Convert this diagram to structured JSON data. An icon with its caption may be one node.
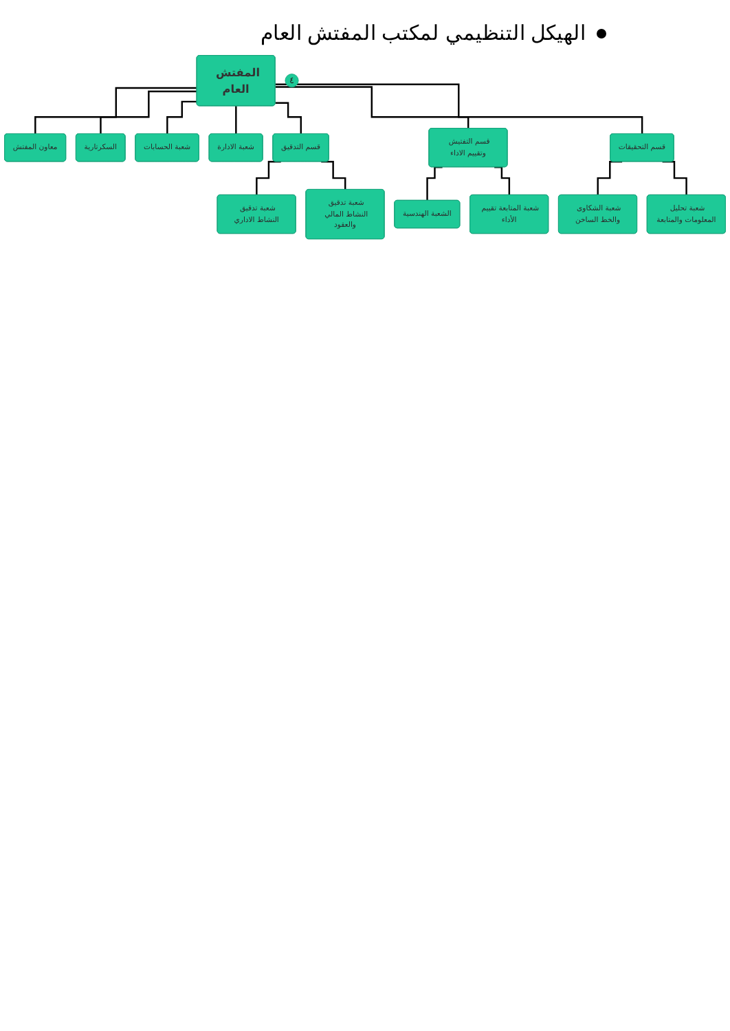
{
  "diagram": {
    "title": "الهيكل التنظيمي لمكتب المفتش العام",
    "nodes": [
      {
        "text": [
          "المفتش العام"
        ]
      },
      {
        "text": [
          "معاون المفتش"
        ]
      },
      {
        "text": [
          "السكرتارية"
        ]
      },
      {
        "text": [
          "شعبة الحسابات"
        ]
      },
      {
        "text": [
          "شعبة الادارة"
        ]
      },
      {
        "text": [
          "قسم التدقيق"
        ]
      },
      {
        "text": [
          "قسم التفتيش وتقييم الاداء"
        ]
      },
      {
        "text": [
          "قسم التحقيقات"
        ]
      },
      {
        "text": [
          "شعبة تدقيق النشاط الاداري"
        ]
      },
      {
        "text": [
          "شعبة تدقيق النشاط المالي والعقود"
        ]
      },
      {
        "text": [
          "الشعبة الهندسية"
        ]
      },
      {
        "text": [
          "شعبة المتابعة تقييم الأداء"
        ]
      },
      {
        "text": [
          "شعبة الشكاوى والخط الساخن"
        ]
      },
      {
        "text": [
          "شعبة تحليل المعلومات والمتابعة"
        ]
      },
      {
        "text": [
          "٤"
        ]
      }
    ],
    "edges": [
      {
        "from": 0,
        "to": 1,
        "arrow": "none"
      },
      {
        "from": 0,
        "to": 2,
        "arrow": "none"
      },
      {
        "from": 0,
        "to": 3,
        "arrow": "none"
      },
      {
        "from": 0,
        "to": 4,
        "arrow": "none"
      },
      {
        "from": 0,
        "to": 5,
        "arrow": "none"
      },
      {
        "from": 0,
        "to": 6,
        "arrow": "none"
      },
      {
        "from": 0,
        "to": 7,
        "arrow": "none"
      },
      {
        "from": 5,
        "to": 8,
        "arrow": "none"
      },
      {
        "from": 5,
        "to": 9,
        "arrow": "none"
      },
      {
        "from": 6,
        "to": 10,
        "arrow": "none"
      },
      {
        "from": 6,
        "to": 11,
        "arrow": "none"
      },
      {
        "from": 7,
        "to": 12,
        "arrow": "none"
      },
      {
        "from": 7,
        "to": 13,
        "arrow": "none"
      }
    ]
  }
}
